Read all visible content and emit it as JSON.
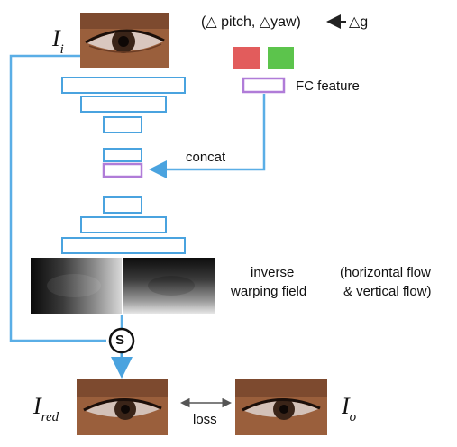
{
  "header": {
    "delta_label": "(△ pitch,  △yaw)",
    "delta_g": "△g"
  },
  "labels": {
    "fc_feature": "FC feature",
    "concat": "concat",
    "inverse_line1": "inverse",
    "inverse_line2": "warping field",
    "flow_line1": "(horizontal flow",
    "flow_line2": "& vertical flow)",
    "sample_op": "S",
    "loss": "loss"
  },
  "symbols": {
    "input": {
      "main": "I",
      "sub": "i"
    },
    "redirected": {
      "main": "I",
      "sub": "red"
    },
    "output": {
      "main": "I",
      "sub": "o"
    }
  },
  "colors": {
    "flow_line": "#5aaee6",
    "encoder_block": "#4aa3df",
    "concat_block": "#b07cd8",
    "red_square": "#e25c5c",
    "green_square": "#5cc44c",
    "skin": "#a86a45"
  }
}
